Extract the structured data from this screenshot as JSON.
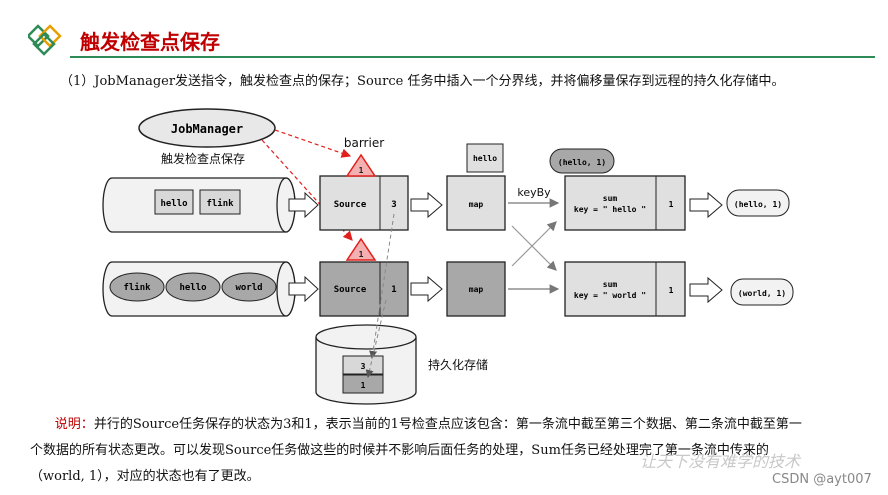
{
  "header": {
    "title": "触发检查点保存"
  },
  "intro": "（1）JobManager发送指令，触发检查点的保存；Source 任务中插入一个分界线，并将偏移量保存到远程的持久化存储中。",
  "diagram": {
    "jobmanager": "JobManager",
    "trigger_label": "触发检查点保存",
    "barrier_label": "barrier",
    "barrier_number": "1",
    "stream1": [
      "hello",
      "flink"
    ],
    "stream2": [
      "flink",
      "hello",
      "world"
    ],
    "source_label": "Source",
    "source1_offset": "3",
    "source2_offset": "1",
    "map_label": "map",
    "map_floating": "hello",
    "keyby_label": "keyBy",
    "sum_label": "sum",
    "sum1_key": "key = \" hello \"",
    "sum2_key": "key = \" world \"",
    "sum1_value": "1",
    "sum2_value": "1",
    "sum1_floating": "(hello, 1)",
    "sum1_output": "(hello, 1)",
    "sum2_output": "(world, 1)",
    "storage_values": [
      "3",
      "1"
    ],
    "storage_label": "持久化存储"
  },
  "note": {
    "lead": "说明：",
    "line1": "并行的Source任务保存的状态为3和1，表示当前的1号检查点应该包含：第一条流中截至第三个数据、第二条流中截至第一",
    "line2": "个数据的所有状态更改。可以发现Source任务做这些的时候并不影响后面任务的处理，Sum任务已经处理完了第一条流中传来的",
    "line3": "（world, 1），对应的状态也有了更改。"
  },
  "watermark": "让天下没有难学的技术",
  "csdn_mark": "CSDN @ayt007",
  "colors": {
    "title_red": "#c00000",
    "title_line": "#2e8b57",
    "dashed_red": "#e0201c",
    "source2_fill": "#a8a8a8"
  }
}
